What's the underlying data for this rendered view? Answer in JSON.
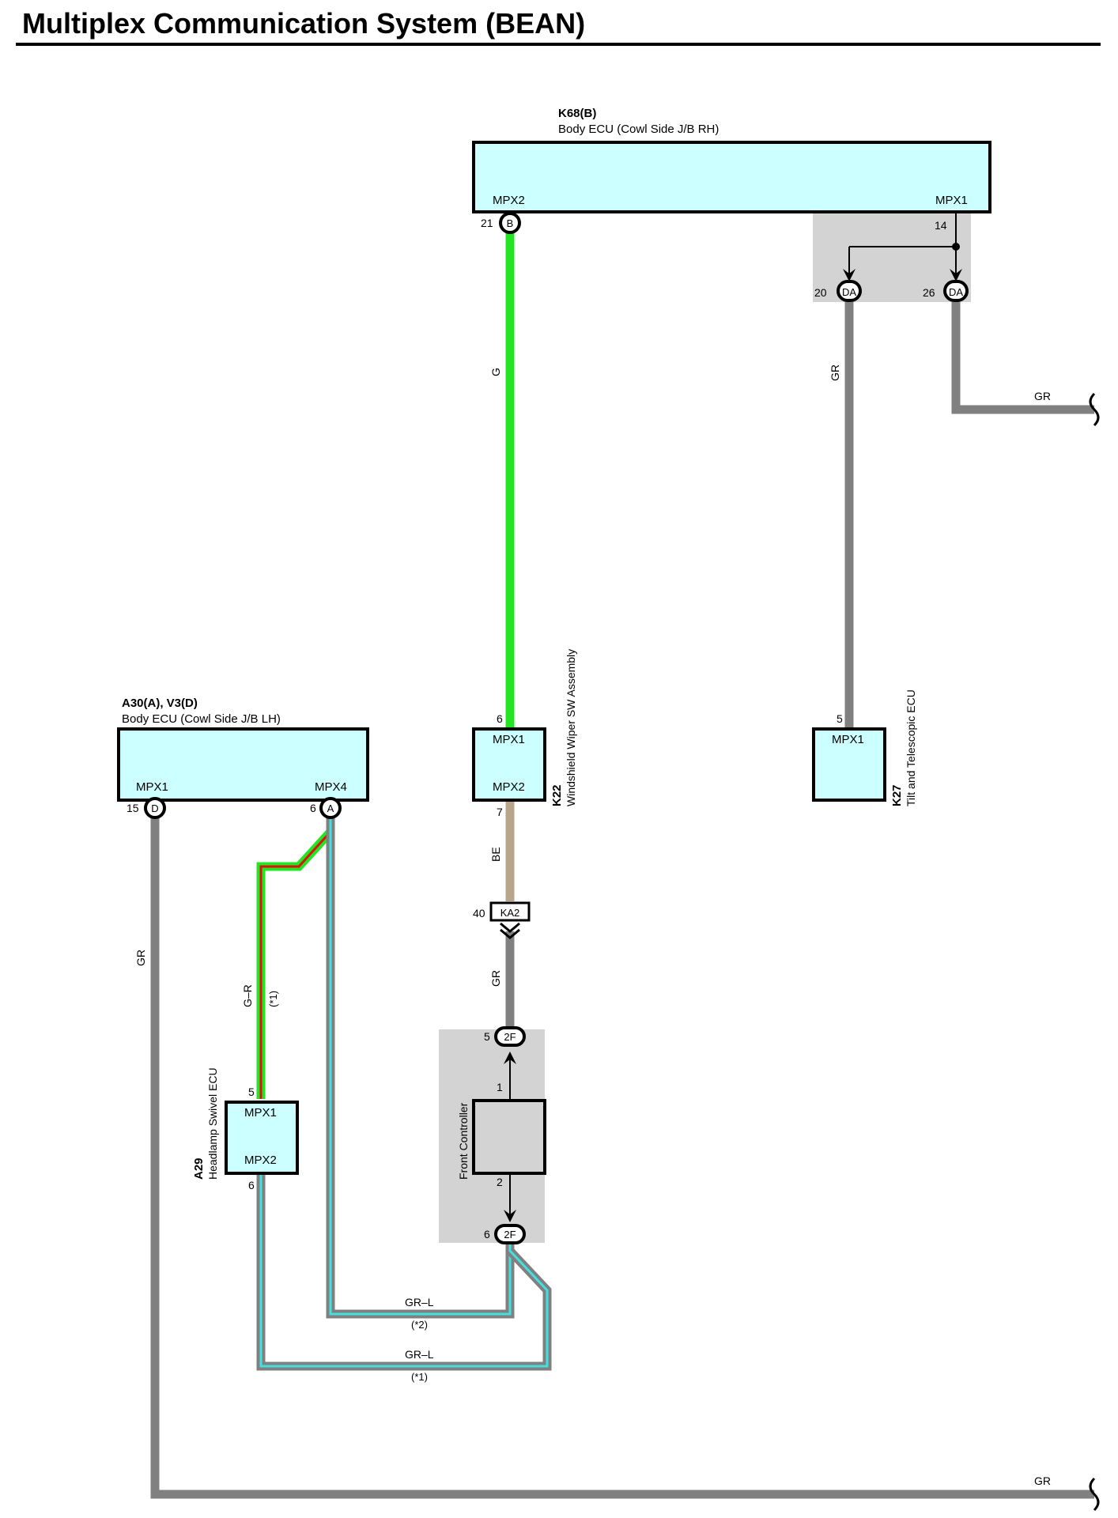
{
  "title": "Multiplex Communication System (BEAN)",
  "colors": {
    "green": "#22e622",
    "gray": "#808080",
    "beige": "#b7a58c",
    "cyan": "#43e0e0",
    "red": "#e01010",
    "ecu_fill": "#ccffff",
    "zone_fill": "#d3d3d3"
  },
  "components": {
    "k68": {
      "ref": "K68(B)",
      "name": "Body ECU (Cowl Side J/B RH)",
      "pin_left": "MPX2",
      "pin_right": "MPX1",
      "pin21": "21",
      "conn21": "B",
      "pin14": "14"
    },
    "a30": {
      "ref": "A30(A), V3(D)",
      "name": "Body ECU (Cowl Side J/B LH)",
      "pin_left": "MPX1",
      "pin_right": "MPX4",
      "pin15": "15",
      "conn15": "D",
      "pin6": "6",
      "conn6": "A"
    },
    "k22": {
      "ref": "K22",
      "name": "Windshield Wiper SW Assembly",
      "pin_top": "MPX1",
      "pin_bottom": "MPX2",
      "pin6": "6",
      "pin7": "7"
    },
    "k27": {
      "ref": "K27",
      "name": "Tilt and Telescopic ECU",
      "pin_top": "MPX1",
      "pin5": "5"
    },
    "a29": {
      "ref": "A29",
      "name": "Headlamp Swivel ECU",
      "pin_top": "MPX1",
      "pin_bottom": "MPX2",
      "pin5": "5",
      "pin6": "6"
    },
    "front_controller": {
      "name": "Front Controller",
      "pin1": "1",
      "pin2": "2"
    }
  },
  "connectors": {
    "da20": {
      "pin": "20",
      "code": "DA"
    },
    "da26": {
      "pin": "26",
      "code": "DA"
    },
    "ka2": {
      "pin": "40",
      "code": "KA2"
    },
    "f2_top": {
      "pin": "5",
      "code": "2F"
    },
    "f2_bottom": {
      "pin": "6",
      "code": "2F"
    }
  },
  "wires": {
    "g": "G",
    "gr_left": "GR",
    "gr_k27": "GR",
    "gr_right_top": "GR",
    "gr_bottom": "GR",
    "be": "BE",
    "gr_ka2": "GR",
    "gr_r": "G–R",
    "gr_r_note": "(*1)",
    "grl_upper": "GR–L",
    "grl_upper_note": "(*2)",
    "grl_lower": "GR–L",
    "grl_lower_note": "(*1)"
  }
}
